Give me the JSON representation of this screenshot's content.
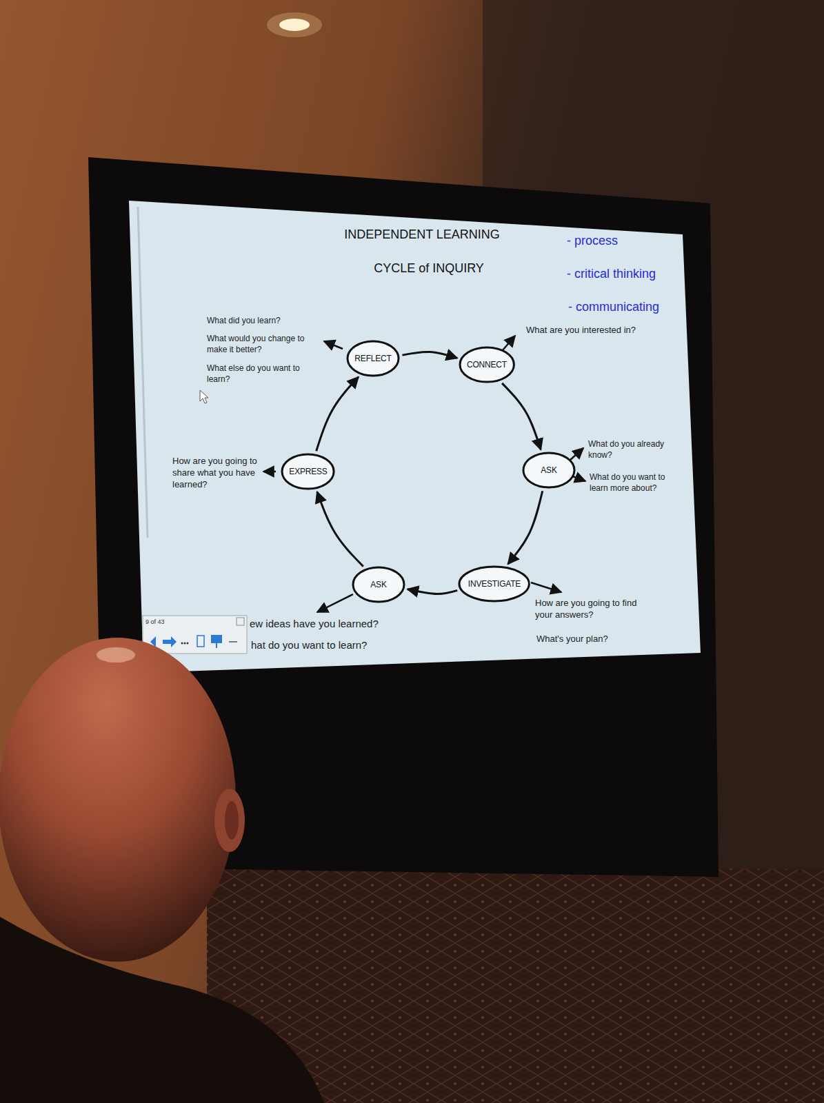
{
  "diagram": {
    "title": "INDEPENDENT LEARNING",
    "nodes": [
      {
        "text": [
          "REFLECT"
        ]
      },
      {
        "text": [
          "CONNECT"
        ]
      },
      {
        "text": [
          "EXPRESS"
        ]
      },
      {
        "text": [
          "ASK"
        ]
      },
      {
        "text": [
          "ASK"
        ]
      },
      {
        "text": [
          "INVESTIGATE"
        ]
      }
    ],
    "edges": [
      {
        "from": 0,
        "to": 1,
        "arrow": "to"
      },
      {
        "from": 1,
        "to": 3,
        "arrow": "to"
      },
      {
        "from": 3,
        "to": 5,
        "arrow": "to"
      },
      {
        "from": 5,
        "to": 4,
        "arrow": "to"
      },
      {
        "from": 4,
        "to": 2,
        "arrow": "to"
      },
      {
        "from": 2,
        "to": 0,
        "arrow": "to"
      }
    ],
    "labels": [
      "CYCLE of INQUIRY",
      "- process",
      "- critical thinking",
      "- communicating",
      "What did you learn?",
      "What would you change to make it better?",
      "What else do you want to learn?",
      "What are you interested in?",
      "How are you going to share what you have learned?",
      "What do you already know?",
      "What do you want to learn more about?",
      "How are you going to find your answers?",
      "What's your plan?",
      "9 of 43",
      "ew ideas have you learned?",
      "hat do you want to learn?"
    ]
  }
}
